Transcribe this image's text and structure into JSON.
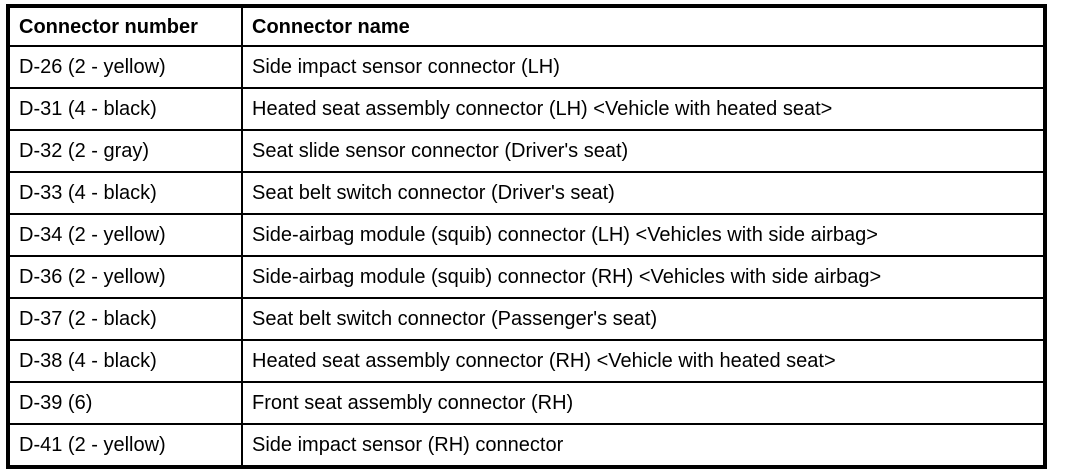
{
  "colors": {
    "border": "#000000",
    "text": "#000000",
    "background": "#ffffff"
  },
  "table": {
    "columns": {
      "number": "Connector number",
      "name": "Connector name"
    },
    "rows": [
      {
        "number": "D-26 (2 - yellow)",
        "name": "Side impact sensor connector (LH)"
      },
      {
        "number": "D-31 (4 - black)",
        "name": "Heated seat assembly connector (LH) <Vehicle with heated seat>"
      },
      {
        "number": "D-32 (2 - gray)",
        "name": "Seat slide sensor connector (Driver's seat)"
      },
      {
        "number": "D-33 (4 - black)",
        "name": "Seat belt switch connector (Driver's seat)"
      },
      {
        "number": "D-34 (2 - yellow)",
        "name": "Side-airbag module (squib) connector (LH) <Vehicles with side airbag>"
      },
      {
        "number": "D-36 (2 - yellow)",
        "name": "Side-airbag module (squib) connector (RH) <Vehicles with side airbag>"
      },
      {
        "number": "D-37 (2 - black)",
        "name": "Seat belt switch connector (Passenger's seat)"
      },
      {
        "number": "D-38 (4 - black)",
        "name": "Heated seat assembly connector (RH) <Vehicle with heated seat>"
      },
      {
        "number": "D-39 (6)",
        "name": "Front seat assembly connector (RH)"
      },
      {
        "number": "D-41 (2 - yellow)",
        "name": "Side impact sensor (RH) connector"
      }
    ]
  }
}
